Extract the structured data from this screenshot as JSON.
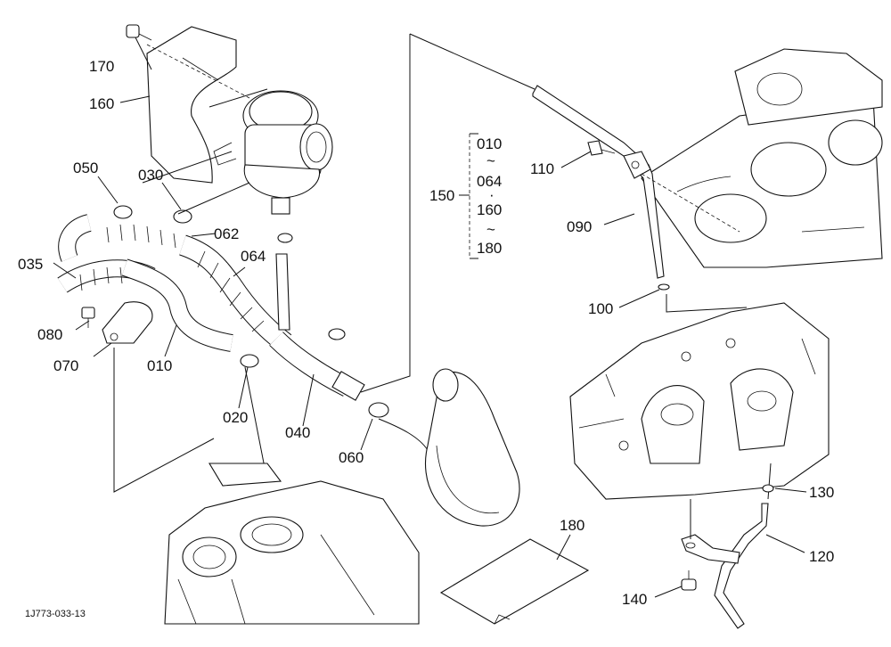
{
  "diagram": {
    "reference_code": "1J773-033-13",
    "callouts": {
      "p170": "170",
      "p160": "160",
      "p050": "050",
      "p030": "030",
      "p062": "062",
      "p035": "035",
      "p064": "064",
      "p080": "080",
      "p070": "070",
      "p010": "010",
      "p020": "020",
      "p040": "040",
      "p060": "060",
      "p150": "150",
      "p110": "110",
      "p090": "090",
      "p100": "100",
      "p130": "130",
      "p120": "120",
      "p140": "140",
      "p180": "180"
    },
    "range_group": {
      "line1": "010",
      "tilde1": "~",
      "line2": "064",
      "dot": "·",
      "line3": "160",
      "tilde2": "~",
      "line4": "180"
    }
  }
}
